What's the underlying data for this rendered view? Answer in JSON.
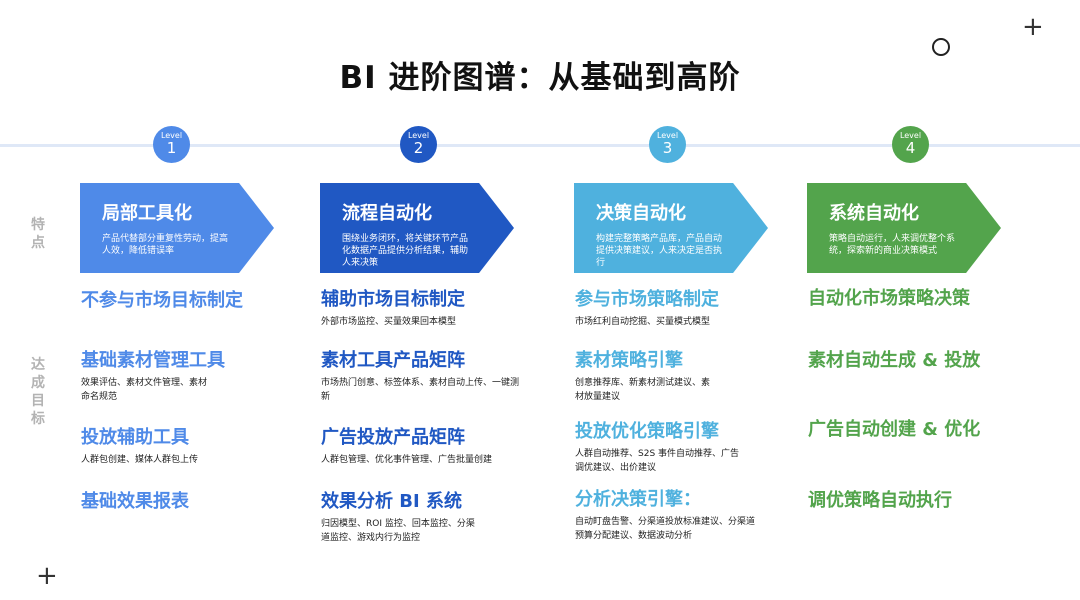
{
  "title": "BI 进阶图谱：从基础到高阶",
  "side_labels": {
    "features": "特点",
    "goals": "达成目标"
  },
  "colors": {
    "level1": "#4f8ae8",
    "level2": "#2058c3",
    "level3": "#4fb1de",
    "level4": "#53a44c",
    "side": "#b3b3b3",
    "timeline": "#dfe8f7"
  },
  "levels": [
    {
      "badge_label": "Level",
      "badge_num": "1",
      "heading": "局部工具化",
      "desc": "产品代替部分重复性劳动，提高人效，降低错误率",
      "items": [
        {
          "title": "不参与市场目标制定",
          "desc": ""
        },
        {
          "title": "基础素材管理工具",
          "desc": "效果评估、素材文件管理、素材命名规范"
        },
        {
          "title": "投放辅助工具",
          "desc": "人群包创建、媒体人群包上传"
        },
        {
          "title": "基础效果报表",
          "desc": ""
        }
      ]
    },
    {
      "badge_label": "Level",
      "badge_num": "2",
      "heading": "流程自动化",
      "desc": "围绕业务闭环，将关键环节产品化数据产品提供分析结果，辅助人来决策",
      "items": [
        {
          "title": "辅助市场目标制定",
          "desc": "外部市场监控、买量效果回本模型"
        },
        {
          "title": "素材工具产品矩阵",
          "desc": "市场热门创意、标签体系、素材自动上传、一键测新"
        },
        {
          "title": "广告投放产品矩阵",
          "desc": "人群包管理、优化事件管理、广告批量创建"
        },
        {
          "title": "效果分析 BI 系统",
          "desc": "归因模型、ROI 监控、回本监控、分渠道监控、游戏内行为监控"
        }
      ]
    },
    {
      "badge_label": "Level",
      "badge_num": "3",
      "heading": "决策自动化",
      "desc": "构建完整策略产品库，产品自动提供决策建议，人来决定是否执行",
      "items": [
        {
          "title": "参与市场策略制定",
          "desc": "市场红利自动挖掘、买量模式模型"
        },
        {
          "title": "素材策略引擎",
          "desc": "创意推荐库、新素材测试建议、素材放量建议"
        },
        {
          "title": "投放优化策略引擎",
          "desc": "人群自动推荐、S2S 事件自动推荐、广告调优建议、出价建议"
        },
        {
          "title": "分析决策引擎：",
          "desc": "自动盯盘告警、分渠道投放标准建议、分渠道预算分配建议、数据波动分析"
        }
      ]
    },
    {
      "badge_label": "Level",
      "badge_num": "4",
      "heading": "系统自动化",
      "desc": "策略自动运行，人来调优整个系统，探索新的商业决策模式",
      "items": [
        {
          "title": "自动化市场策略决策",
          "desc": ""
        },
        {
          "title": "素材自动生成 & 投放",
          "desc": ""
        },
        {
          "title": "广告自动创建 & 优化",
          "desc": ""
        },
        {
          "title": "调优策略自动执行",
          "desc": ""
        }
      ]
    }
  ]
}
